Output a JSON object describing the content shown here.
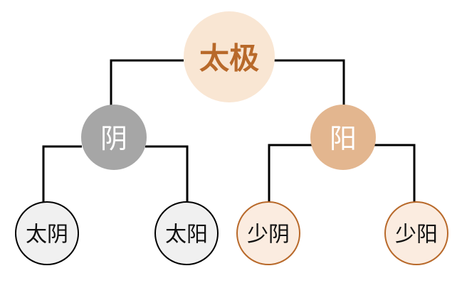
{
  "diagram": {
    "root": {
      "label": "太极",
      "fill": "#f9e6d3",
      "text_color": "#b8692a"
    },
    "yin": {
      "label": "阴",
      "fill": "#a6a6a6",
      "text_color": "#ffffff"
    },
    "yang": {
      "label": "阳",
      "fill": "#e3b68f",
      "text_color": "#ffffff"
    },
    "leaves": [
      {
        "label": "太阴",
        "fill": "#f0f0f0",
        "border": "#000000"
      },
      {
        "label": "太阳",
        "fill": "#f0f0f0",
        "border": "#000000"
      },
      {
        "label": "少阴",
        "fill": "#fbece0",
        "border": "#b8692a"
      },
      {
        "label": "少阳",
        "fill": "#fbece0",
        "border": "#b8692a"
      }
    ],
    "connector_color": "#000000"
  }
}
